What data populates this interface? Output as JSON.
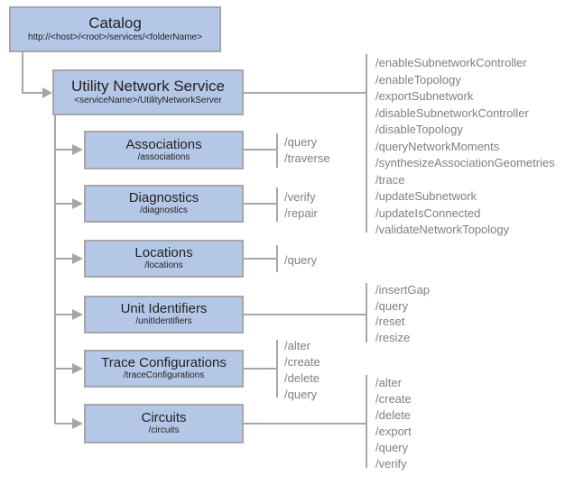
{
  "nodes": {
    "catalog": {
      "title": "Catalog",
      "subtitle": "http://<host>/<root>/services/<folderName>"
    },
    "uns": {
      "title": "Utility Network Service",
      "subtitle": "<serviceName>/UtilityNetworkServer",
      "ops": [
        "/enableSubnetworkController",
        "/enableTopology",
        "/exportSubnetwork",
        "/disableSubnetworkController",
        "/disableTopology",
        "/queryNetworkMoments",
        "/synthesizeAssociationGeometries",
        "/trace",
        "/updateSubnetwork",
        "/updateIsConnected",
        "/validateNetworkTopology"
      ]
    },
    "associations": {
      "title": "Associations",
      "subtitle": "/associations",
      "ops": [
        "/query",
        "/traverse"
      ]
    },
    "diagnostics": {
      "title": "Diagnostics",
      "subtitle": "/diagnostics",
      "ops": [
        "/verify",
        "/repair"
      ]
    },
    "locations": {
      "title": "Locations",
      "subtitle": "/locations",
      "ops": [
        "/query"
      ]
    },
    "unit_identifiers": {
      "title": "Unit Identifiers",
      "subtitle": "/unitIdentifiers",
      "ops": [
        "/insertGap",
        "/query",
        "/reset",
        "/resize"
      ]
    },
    "trace_configurations": {
      "title": "Trace Configurations",
      "subtitle": "/traceConfigurations",
      "ops": [
        "/alter",
        "/create",
        "/delete",
        "/query"
      ]
    },
    "circuits": {
      "title": "Circuits",
      "subtitle": "/circuits",
      "ops": [
        "/alter",
        "/create",
        "/delete",
        "/export",
        "/query",
        "/verify"
      ]
    }
  },
  "colors": {
    "box_fill": "#b4c7e7",
    "box_border": "#a6a6a6",
    "connector": "#a6a6a6",
    "ops_text": "#7f7f7f",
    "box_text": "#222222"
  }
}
